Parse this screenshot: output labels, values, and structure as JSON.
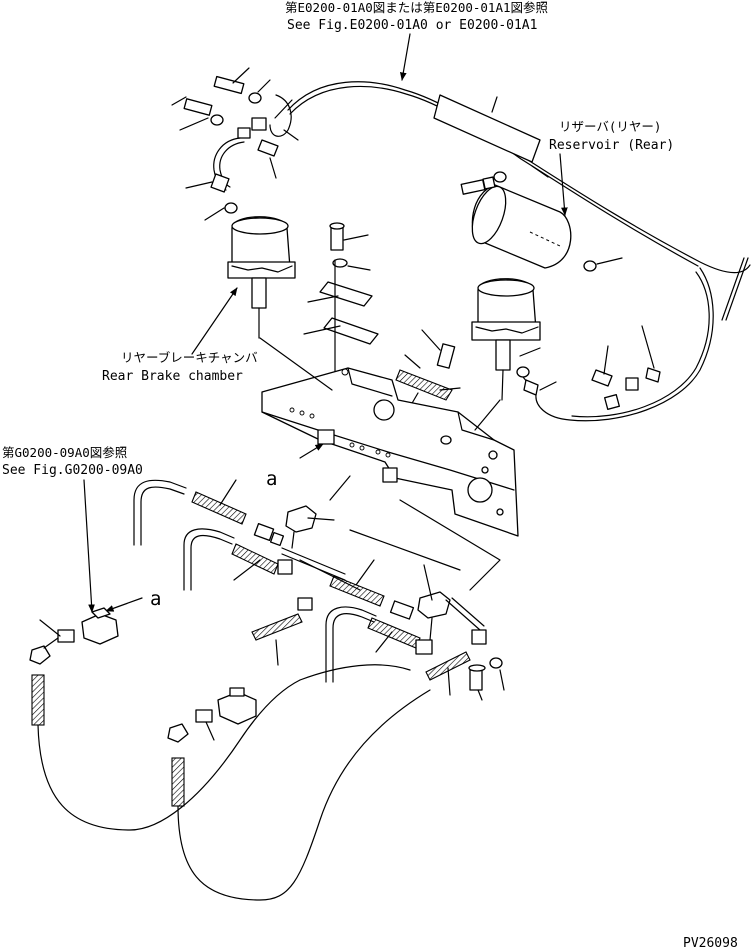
{
  "labels": {
    "ref_e0200_jp": "第E0200-01A0図または第E0200-01A1図参照",
    "ref_e0200_en": "See Fig.E0200-01A0 or E0200-01A1",
    "reservoir_jp": "リザーバ(リヤー)",
    "reservoir_en": "Reservoir (Rear)",
    "rear_brake_jp": "リヤーブレーキチャンバ",
    "rear_brake_en": "Rear Brake chamber",
    "ref_g0200_jp": "第G0200-09A0図参照",
    "ref_g0200_en": "See Fig.G0200-09A0",
    "callout_a_1": "a",
    "callout_a_2": "a",
    "drawing_number": "PV26098"
  }
}
